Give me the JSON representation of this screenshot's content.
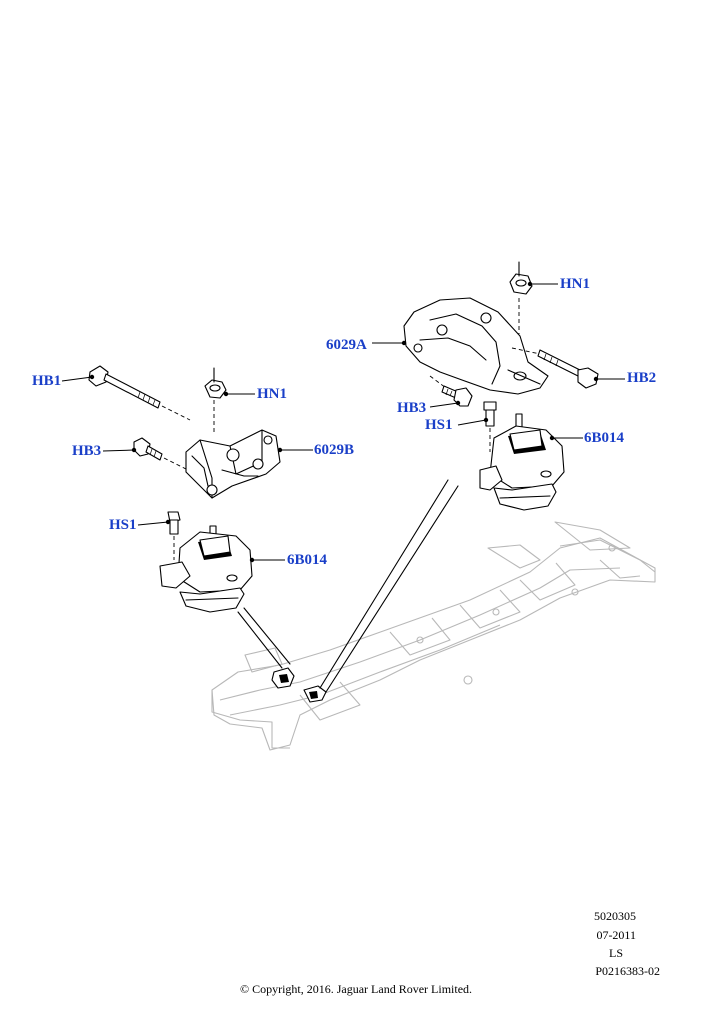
{
  "labels": {
    "hb1": "HB1",
    "hn1_left": "HN1",
    "hb3_left": "HB3",
    "mount_6029b": "6029B",
    "hs1_left": "HS1",
    "mount_6b014_left": "6B014",
    "hn1_right": "HN1",
    "mount_6029a": "6029A",
    "hb2": "HB2",
    "hb3_right": "HB3",
    "hs1_right": "HS1",
    "mount_6b014_right": "6B014"
  },
  "footer": {
    "code": "5020305",
    "date": "07-2011",
    "model": "LS",
    "part_ref": "P0216383-02",
    "copyright": "© Copyright, 2016. Jaguar Land Rover Limited."
  },
  "colors": {
    "callout": "#1a3fc8",
    "line": "#000000",
    "frame": "#b8b8b8"
  }
}
